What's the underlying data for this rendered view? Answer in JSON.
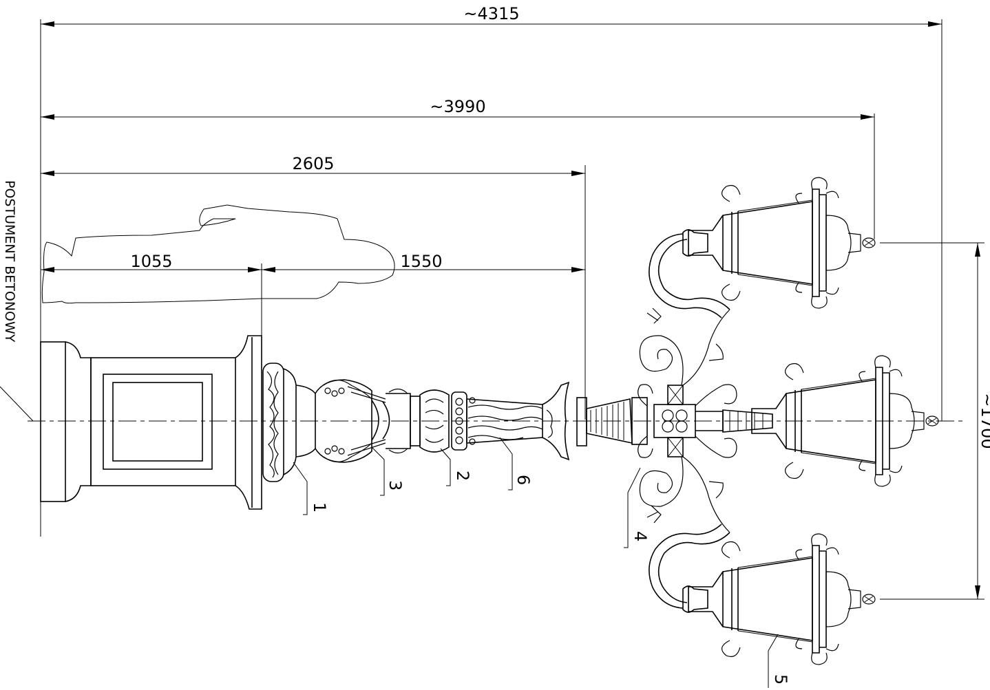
{
  "dimensions": {
    "overall_width": "~4315",
    "arm_reach": "~3990",
    "post_length": "2605",
    "pedestal_length": "1055",
    "column_length": "1550",
    "lantern_spread": "~1700"
  },
  "pedestal_label": "POSTUMENT BETONOWY",
  "callouts": {
    "c1": "1",
    "c2": "2",
    "c3": "3",
    "c4": "4",
    "c5": "5",
    "c6": "6"
  }
}
